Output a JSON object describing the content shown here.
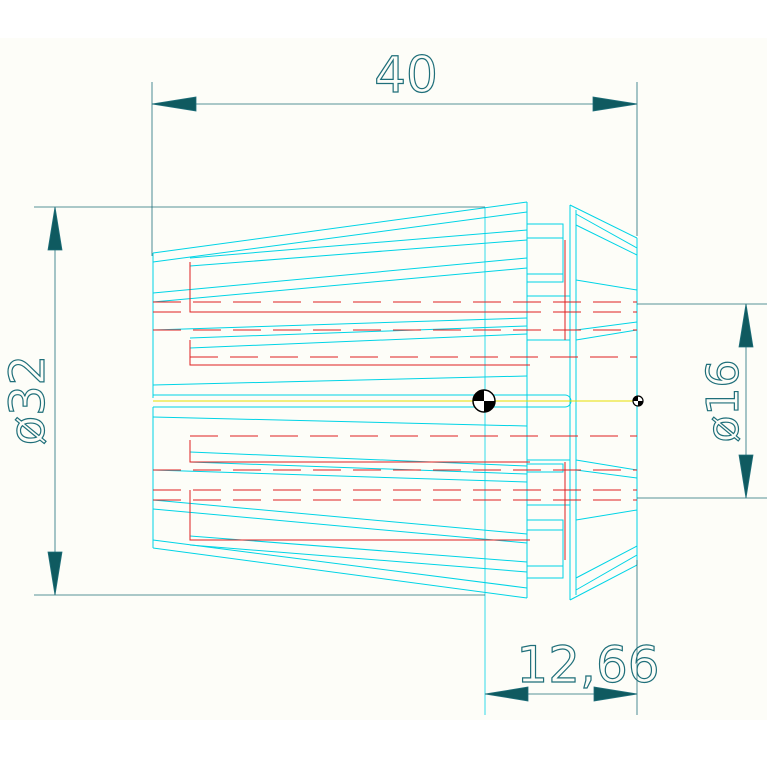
{
  "drawing": {
    "background": "#fdfdf8",
    "colors": {
      "outline": "#00d4e6",
      "hidden": "#e02020",
      "centerline": "#e8e000",
      "dimension": "#1f6f7a"
    },
    "dimensions": {
      "overall_length": "40",
      "outer_diameter": "ø32",
      "bore_diameter": "ø16",
      "front_length": "12,66"
    },
    "icons": [
      "centroid-marker-icon",
      "origin-marker-icon"
    ]
  }
}
